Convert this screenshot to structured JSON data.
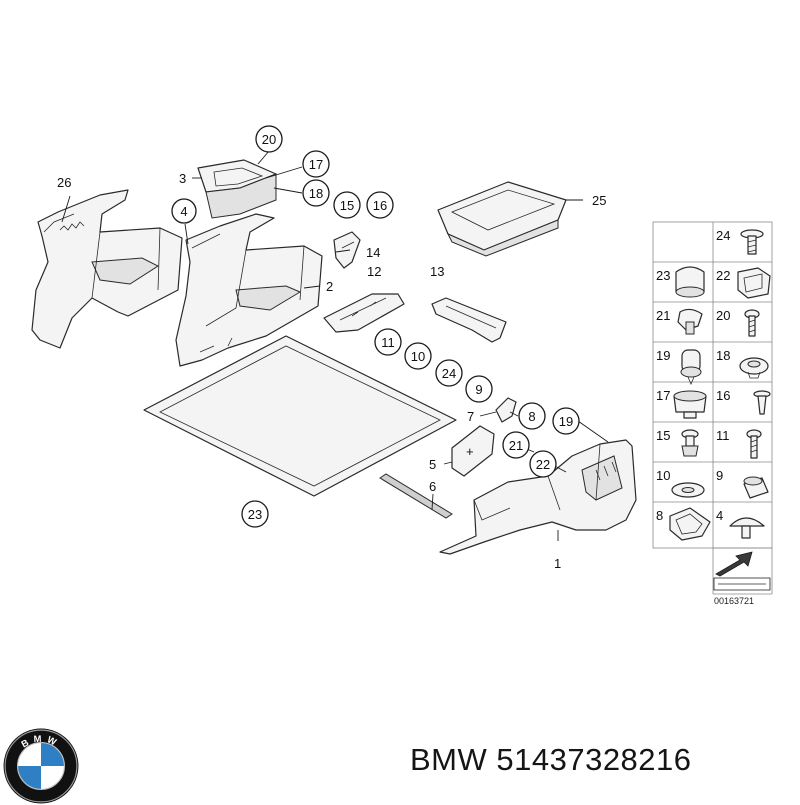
{
  "diagram": {
    "reference_number": "00163721",
    "callouts": {
      "c1": "1",
      "c2": "2",
      "c3": "3",
      "c4": "4",
      "c5": "5",
      "c6": "6",
      "c7": "7",
      "c8": "8",
      "c9": "9",
      "c10": "10",
      "c11": "11",
      "c12": "12",
      "c13": "13",
      "c14": "14",
      "c15": "15",
      "c16": "16",
      "c17": "17",
      "c18": "18",
      "c19": "19",
      "c20": "20",
      "c21": "21",
      "c22": "22",
      "c23": "23",
      "c24": "24",
      "c25": "25",
      "c26": "26"
    },
    "fastener_grid": {
      "cells": [
        "24",
        "23",
        "22",
        "21",
        "20",
        "19",
        "18",
        "17",
        "16",
        "15",
        "11",
        "10",
        "9",
        "8",
        "4"
      ]
    }
  },
  "brand": {
    "text": "BMW 51437328216"
  },
  "logo": {
    "letters": "BMW",
    "colors": {
      "blue": "#2f7fc4",
      "white": "#ffffff",
      "ring": "#111111"
    }
  }
}
